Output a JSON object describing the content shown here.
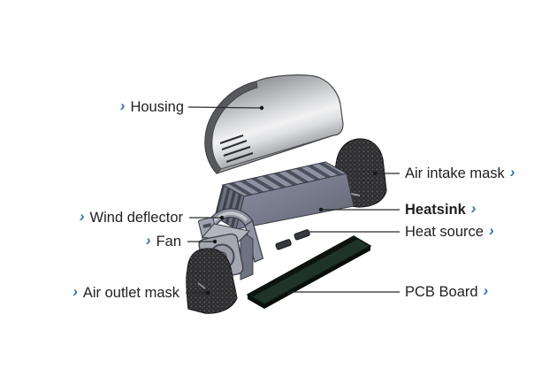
{
  "page": {
    "background": "#ffffff"
  },
  "colors": {
    "accent_blue": "#3076b8",
    "label_text": "#1f1f1f",
    "leader_line": "#2b2b2b",
    "metal_highlight": "#f2f2f3",
    "metal_mid": "#939598",
    "metal_dark": "#6f7175",
    "heatsink_face": "#767a88",
    "mask_dark": "#2d2d2f",
    "pcb_green": "#1f3429",
    "fan_gray": "#a4a6b0"
  },
  "icons": {
    "chevron": "›"
  },
  "labels": {
    "housing": "Housing",
    "wind_deflector": "Wind deflector",
    "fan": "Fan",
    "air_outlet_mask": "Air outlet mask",
    "air_intake_mask": "Air intake mask",
    "heatsink": "Heatsink",
    "heat_source": "Heat source",
    "pcb_board": "PCB Board"
  }
}
